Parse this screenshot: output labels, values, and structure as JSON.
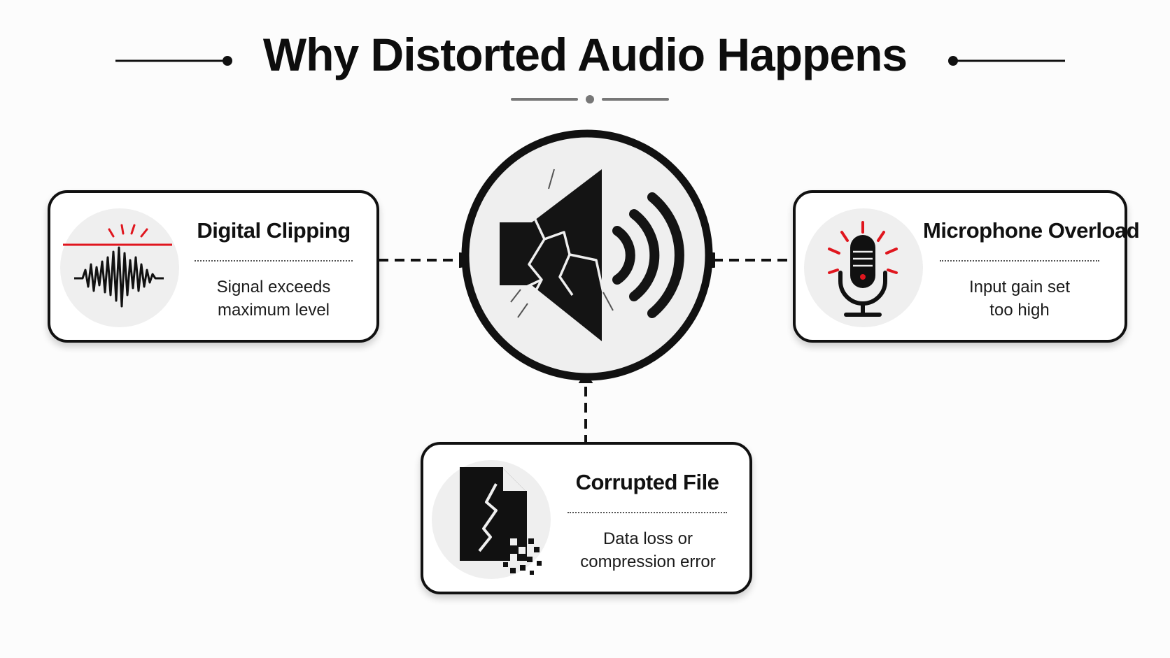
{
  "title": "Why Distorted Audio Happens",
  "hub": {
    "icon": "broken-speaker-icon"
  },
  "cards": {
    "digital_clipping": {
      "title": "Digital Clipping",
      "description_line1": "Signal exceeds",
      "description_line2": "maximum level",
      "icon": "clipped-waveform-icon"
    },
    "microphone_overload": {
      "title": "Microphone Overload",
      "description_line1": "Input gain set",
      "description_line2": "too high",
      "icon": "microphone-icon"
    },
    "corrupted_file": {
      "title": "Corrupted File",
      "description_line1": "Data loss or",
      "description_line2": "compression error",
      "icon": "cracked-file-icon"
    }
  },
  "colors": {
    "ink": "#111111",
    "accent": "#e0161e",
    "icon_bg": "#efefef",
    "background": "#fcfcfc"
  }
}
